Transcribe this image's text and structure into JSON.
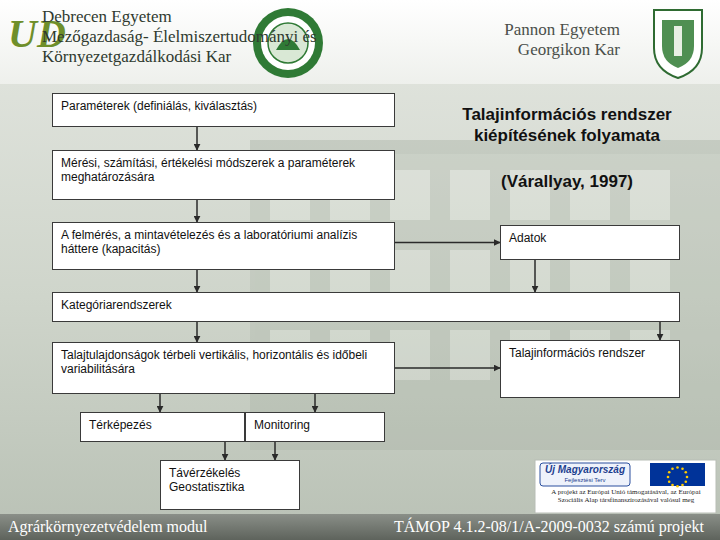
{
  "diagram": {
    "title": "Talajinformációs rendszer kiépítésének folyamata",
    "nodes": [
      {
        "text": [
          "Paraméterek (definiálás, kiválasztás)"
        ]
      },
      {
        "text": [
          "Mérési, számítási, értékelési módszerek a paraméterek meghatározására"
        ]
      },
      {
        "text": [
          "A felmérés, a mintavételezés és a laboratóriumi analízis háttere (kapacitás)"
        ]
      },
      {
        "text": [
          "Adatok"
        ]
      },
      {
        "text": [
          "Kategóriarendszerek"
        ]
      },
      {
        "text": [
          "Talajtulajdonságok térbeli vertikális, horizontális és időbeli variabilitására"
        ]
      },
      {
        "text": [
          "Talajinformációs rendszer"
        ]
      },
      {
        "text": [
          "Térképezés"
        ]
      },
      {
        "text": [
          "Monitoring"
        ]
      },
      {
        "text": [
          "Távérzékelés Geostatisztika"
        ]
      }
    ],
    "edges": [
      {
        "from": 0,
        "to": 1,
        "arrow": "to"
      },
      {
        "from": 1,
        "to": 2,
        "arrow": "to"
      },
      {
        "from": 2,
        "to": 3,
        "arrow": "to"
      },
      {
        "from": 2,
        "to": 4,
        "arrow": "to"
      },
      {
        "from": 3,
        "to": 4,
        "arrow": "to"
      },
      {
        "from": 4,
        "to": 5,
        "arrow": "to"
      },
      {
        "from": 4,
        "to": 6,
        "arrow": "to"
      },
      {
        "from": 5,
        "to": 6,
        "arrow": "to"
      },
      {
        "from": 5,
        "to": 7,
        "arrow": "to"
      },
      {
        "from": 5,
        "to": 8,
        "arrow": "to"
      },
      {
        "from": 7,
        "to": 9,
        "arrow": "to"
      },
      {
        "from": 8,
        "to": 9,
        "arrow": "to"
      }
    ],
    "labels": [
      "UD",
      "Debrecen Egyetem",
      "Mezőgazdaság- Élelmiszertudományi és",
      "Környezetgazdálkodási Kar",
      "Pannon Egyetem",
      "Georgikon Kar",
      "(Várallyay, 1997)",
      "Új Magyarország",
      "Fejlesztési Terv",
      "A projekt az Európai Unió támogatásával, az Európai Szociális Alap társfinanszírozásával valósul meg",
      "Agrárkörnyezetvédelem modul",
      "TÁMOP 4.1.2-08/1/A-2009-0032 számú projekt"
    ]
  }
}
